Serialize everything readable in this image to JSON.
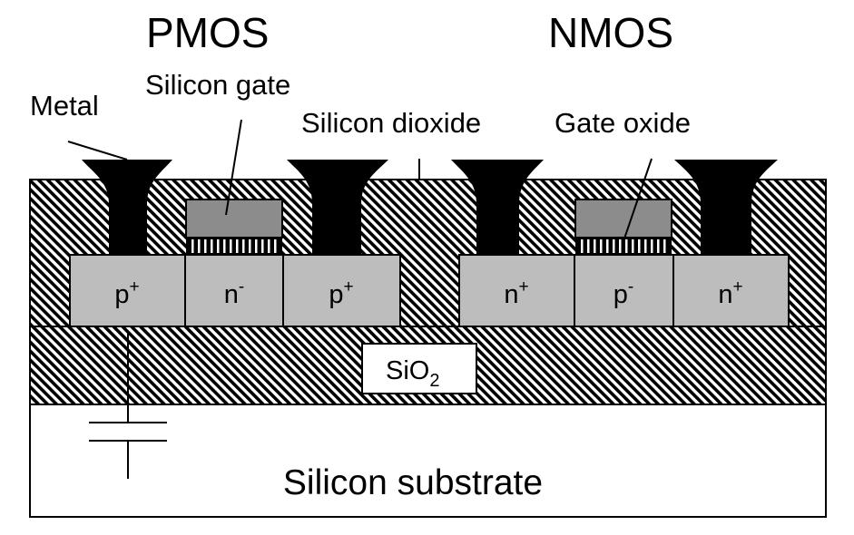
{
  "titles": {
    "pmos": "PMOS",
    "nmos": "NMOS"
  },
  "labels": {
    "metal": "Metal",
    "silicon_gate": "Silicon gate",
    "silicon_dioxide": "Silicon dioxide",
    "gate_oxide": "Gate oxide",
    "buried_oxide_base": "SiO",
    "buried_oxide_sub": "2",
    "substrate": "Silicon substrate"
  },
  "regions": {
    "pmos_source": {
      "base": "p",
      "sup": "+"
    },
    "pmos_body": {
      "base": "n",
      "sup": "-"
    },
    "pmos_drain": {
      "base": "p",
      "sup": "+"
    },
    "nmos_source": {
      "base": "n",
      "sup": "+"
    },
    "nmos_body": {
      "base": "p",
      "sup": "-"
    },
    "nmos_drain": {
      "base": "n",
      "sup": "+"
    }
  },
  "colors": {
    "silicon": "#bdbdbd",
    "gate_poly": "#8c8c8c",
    "metal": "#000000",
    "oxide_hatch": "#000000",
    "background": "#ffffff"
  }
}
